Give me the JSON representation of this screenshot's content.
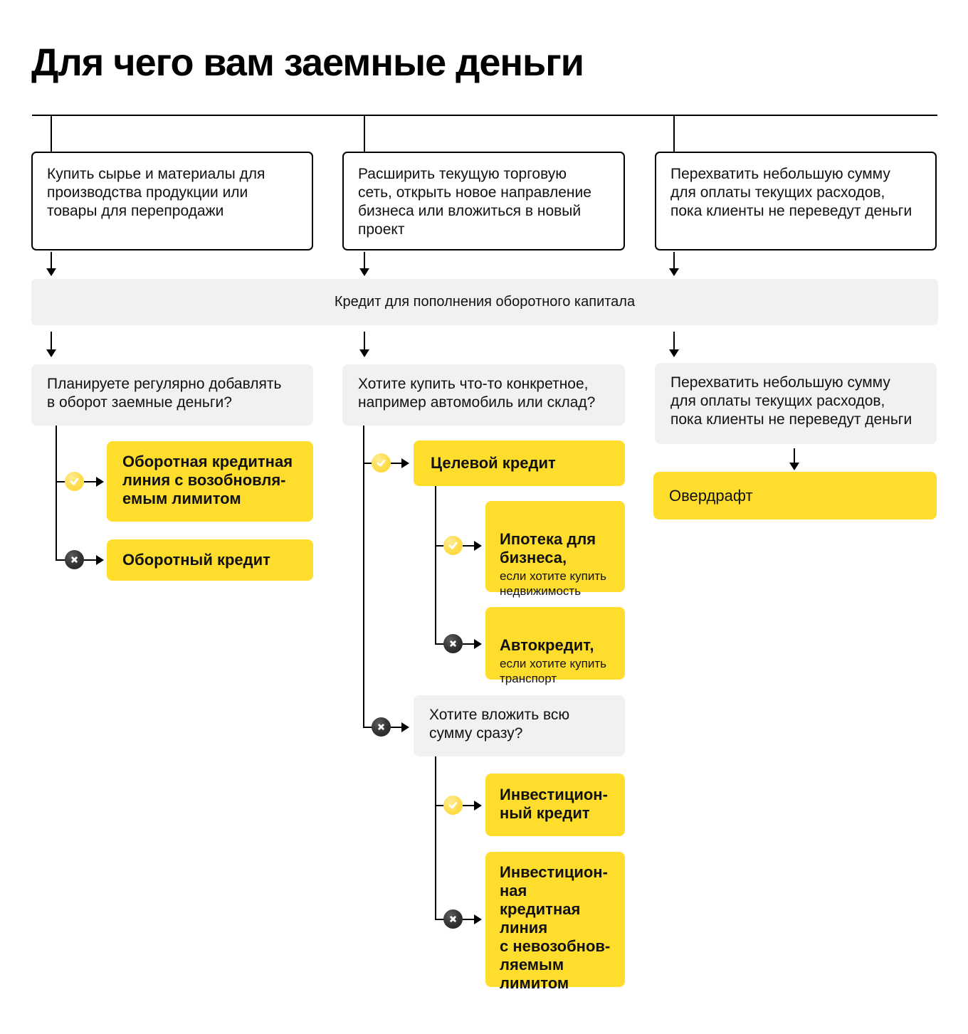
{
  "title": "Для чего вам заемные деньги",
  "band_label": "Кредит для пополнения оборотного капитала",
  "needs": [
    {
      "text": "Купить сырье и материалы для\nпроизводства продукции или\nтовары для перепродажи"
    },
    {
      "text": "Расширить текущую торговую\nсеть, открыть новое направление\nбизнеса или вложиться в новый\nпроект"
    },
    {
      "text": "Перехватить небольшую сумму\nдля оплаты текущих расходов,\nпока клиенты не переведут деньги"
    }
  ],
  "questions": {
    "regular_add": "Планируете регулярно добавлять\nв оборот заемные деньги?",
    "buy_specific": "Хотите купить что-то конкретное,\nнапример автомобиль или склад?",
    "bridge_money": "Перехватить небольшую сумму\nдля оплаты текущих расходов,\nпока клиенты не переведут деньги",
    "invest_all": "Хотите вложить всю\nсумму сразу?"
  },
  "products": {
    "revolving_line": "Оборотная кредитная\nлиния с возобновля-\nемым лимитом",
    "working_credit": "Оборотный кредит",
    "target_credit": "Целевой кредит",
    "mortgage": {
      "title": "Ипотека для\nбизнеса,",
      "sub": "если хотите купить\nнедвижимость"
    },
    "auto": {
      "title": "Автокредит,",
      "sub": "если хотите купить\nтранспорт"
    },
    "invest_credit": "Инвестицион-\nный кредит",
    "invest_line": "Инвестицион-\nная кредитная\nлиния\nс невозобнов-\nляемым\nлимитом",
    "overdraft": "Овердрафт"
  },
  "icons": {
    "check": "check-icon",
    "cross": "cross-icon"
  },
  "colors": {
    "accent_yellow": "#FFDD2D",
    "panel_gray": "#F1F1F1",
    "line_black": "#000000"
  }
}
